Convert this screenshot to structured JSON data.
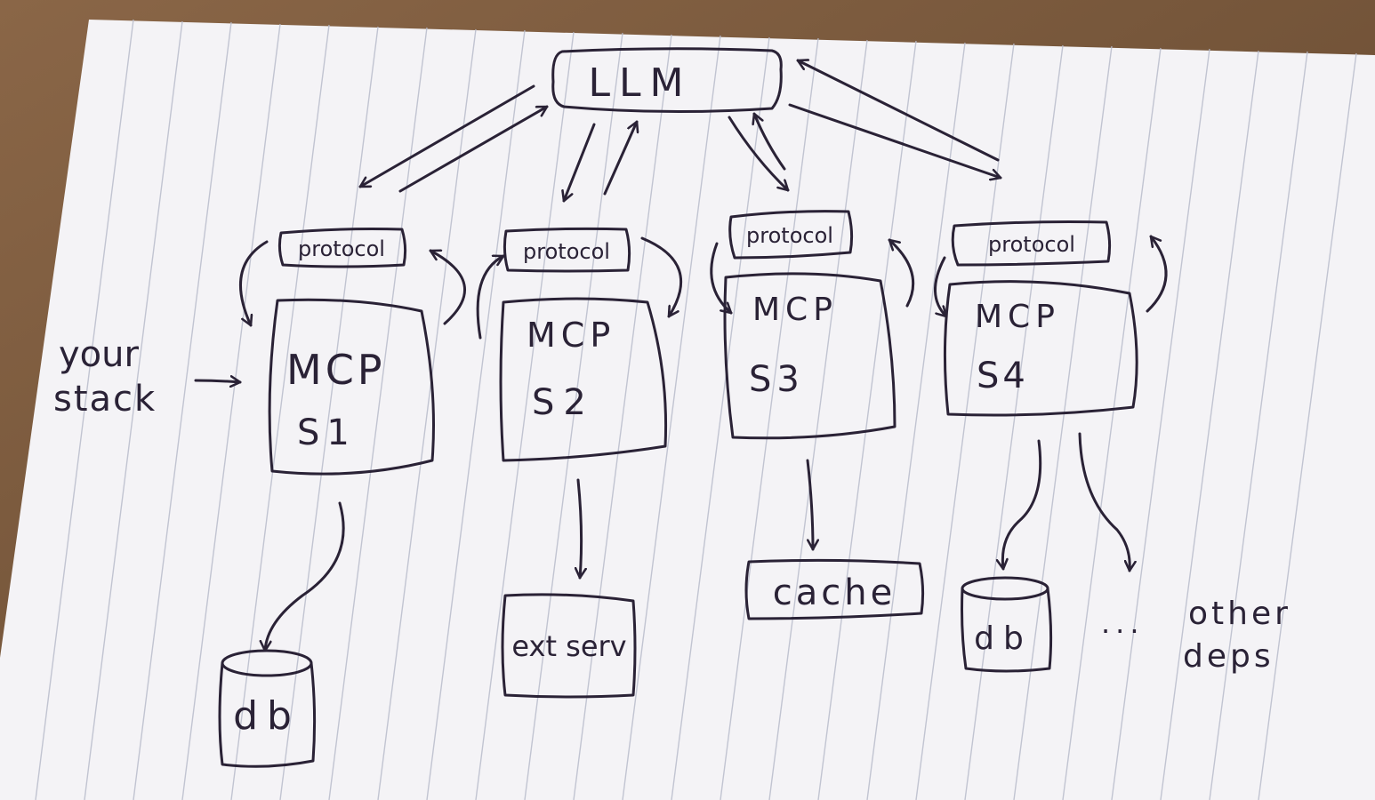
{
  "diagram": {
    "top": {
      "label": "LLM"
    },
    "protocol_label": "protocol",
    "servers": [
      {
        "line1": "MCP",
        "line2": "S1"
      },
      {
        "line1": "MCP",
        "line2": "S2"
      },
      {
        "line1": "MCP",
        "line2": "S3"
      },
      {
        "line1": "MCP",
        "line2": "S4"
      }
    ],
    "side_note": {
      "line1": "your",
      "line2": "stack"
    },
    "dependencies": [
      {
        "label": "db"
      },
      {
        "label": "ext serv"
      },
      {
        "label": "cache"
      },
      {
        "label": "db"
      }
    ],
    "other_deps": {
      "line1": "other",
      "line2": "deps",
      "prefix": "..."
    }
  },
  "colors": {
    "wood": "#7b5b3d",
    "paper": "#f4f3f6",
    "rule_line": "#b9bccb",
    "ink": "#2a2236"
  }
}
